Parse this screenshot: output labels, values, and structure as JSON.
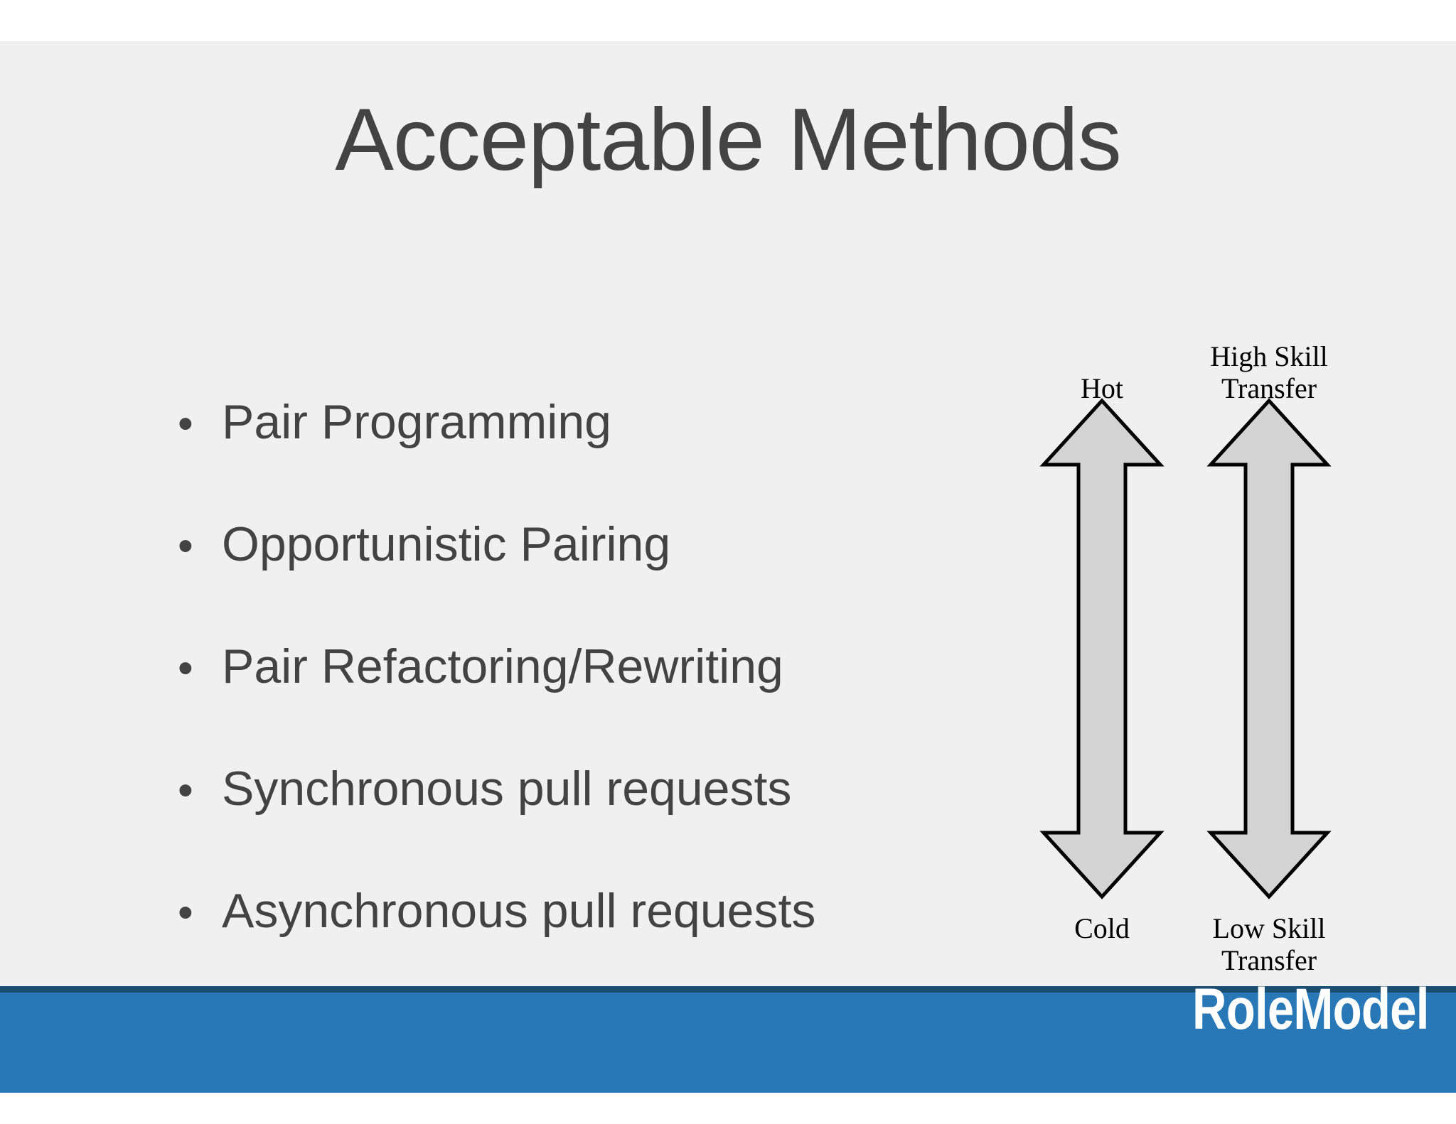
{
  "slide": {
    "title": "Acceptable Methods",
    "background_color": "#f0f0f0",
    "text_color": "#434343"
  },
  "bullets": {
    "marker": "•",
    "items": [
      {
        "label": "Pair Programming"
      },
      {
        "label": "Opportunistic Pairing"
      },
      {
        "label": "Pair Refactoring/Rewriting"
      },
      {
        "label": "Synchronous pull requests"
      },
      {
        "label": "Asynchronous pull requests"
      }
    ]
  },
  "arrow_diagram": {
    "arrow_fill": "#d4d4d4",
    "arrow_stroke": "#000000",
    "columns": [
      {
        "name": "temperature",
        "top_label": "Hot",
        "bottom_label": "Cold",
        "icon": "double-headed-vertical-arrow-icon"
      },
      {
        "name": "skill-transfer",
        "top_label": "High Skill\nTransfer",
        "top_label_line1": "High Skill",
        "top_label_line2": "Transfer",
        "bottom_label_line1": "Low Skill",
        "bottom_label_line2": "Transfer",
        "icon": "double-headed-vertical-arrow-icon"
      }
    ]
  },
  "footer": {
    "logo_text": "RoleModel",
    "bar_color": "#2878b8",
    "border_color": "#1b4e72",
    "logo_color": "#ffffff"
  }
}
